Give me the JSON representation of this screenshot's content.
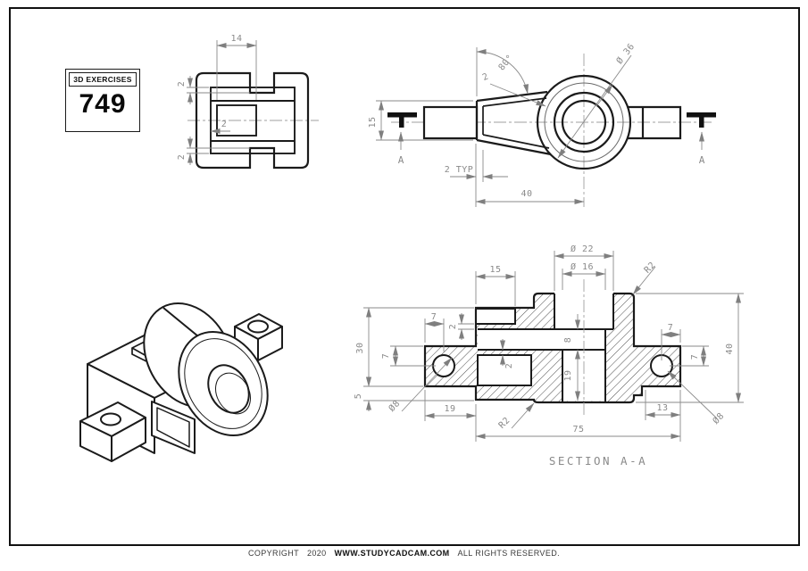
{
  "colors": {
    "line": "#1b1b1b",
    "dim": "#8a8a8a",
    "background": "#ffffff"
  },
  "exercise_box": {
    "title": "3D EXERCISES",
    "number": "749"
  },
  "top_view": {
    "dim_slot_width": "14",
    "dim_wall_top": "2",
    "dim_wall_bottom": "2",
    "dim_wall_inner": "2"
  },
  "front_view": {
    "dim_angle": "80°",
    "dim_diameter": "Ø 36",
    "dim_height": "15",
    "dim_wall": "2",
    "dim_wall_typ": "2 TYP",
    "dim_length": "40",
    "section_label": "A"
  },
  "section_view": {
    "title": "SECTION A-A",
    "dim_counterbore": "Ø 22",
    "dim_bore": "Ø 16",
    "dim_fillet_top": "R2",
    "dim_notch_width": "15",
    "dim_hole_offset_left": "7",
    "dim_wall_upper": "2",
    "dim_hole_vert_left": "7",
    "dim_height_left": "30",
    "dim_step": "5",
    "dim_hole_left": "Ø8",
    "dim_lug_left": "19",
    "dim_fillet_bottom": "R2",
    "dim_wall_mid": "2",
    "dim_slot_height": "8",
    "dim_bore_depth": "19",
    "dim_hole_offset_right": "7",
    "dim_hole_vert_right": "7",
    "dim_height_right": "40",
    "dim_lug_right": "13",
    "dim_hole_right": "Ø8",
    "dim_length": "75"
  },
  "footer": {
    "copyright": "COPYRIGHT",
    "year": "2020",
    "website": "WWW.STUDYCADCAM.COM",
    "rights": "ALL RIGHTS RESERVED."
  }
}
